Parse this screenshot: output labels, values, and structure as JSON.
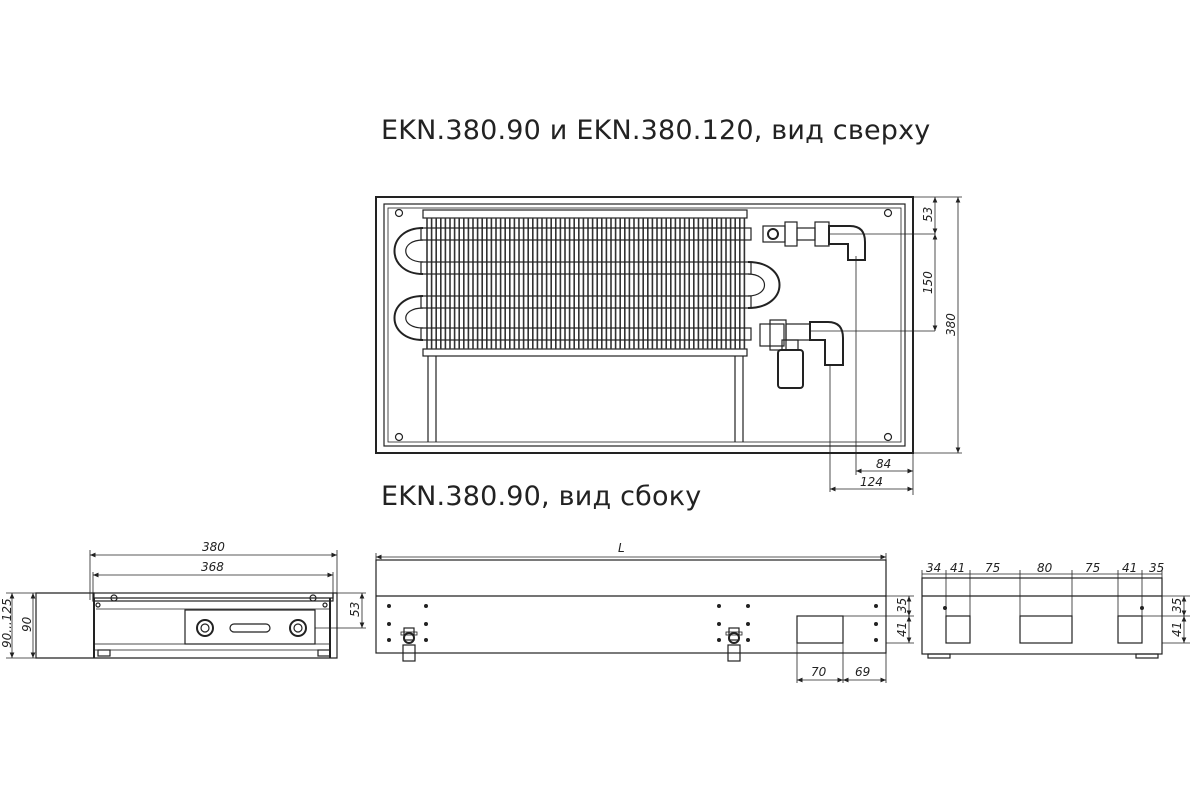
{
  "titles": {
    "top_view": "EKN.380.90 и EKN.380.120, вид сверху",
    "side_view": "EKN.380.90, вид сбоку"
  },
  "top_view_dims": {
    "d53": "53",
    "d150": "150",
    "d380": "380",
    "d84": "84",
    "d124": "124"
  },
  "end_view_dims": {
    "d380": "380",
    "d368": "368",
    "d90_125": "90...125",
    "d90": "90",
    "d53": "53"
  },
  "side_view_dims": {
    "L": "L",
    "d70": "70",
    "d69": "69",
    "d35": "35",
    "d41": "41"
  },
  "rear_view_dims": {
    "d34": "34",
    "d41a": "41",
    "d75a": "75",
    "d80": "80",
    "d75b": "75",
    "d41b": "41",
    "d35": "35",
    "v35": "35",
    "v41": "41"
  }
}
